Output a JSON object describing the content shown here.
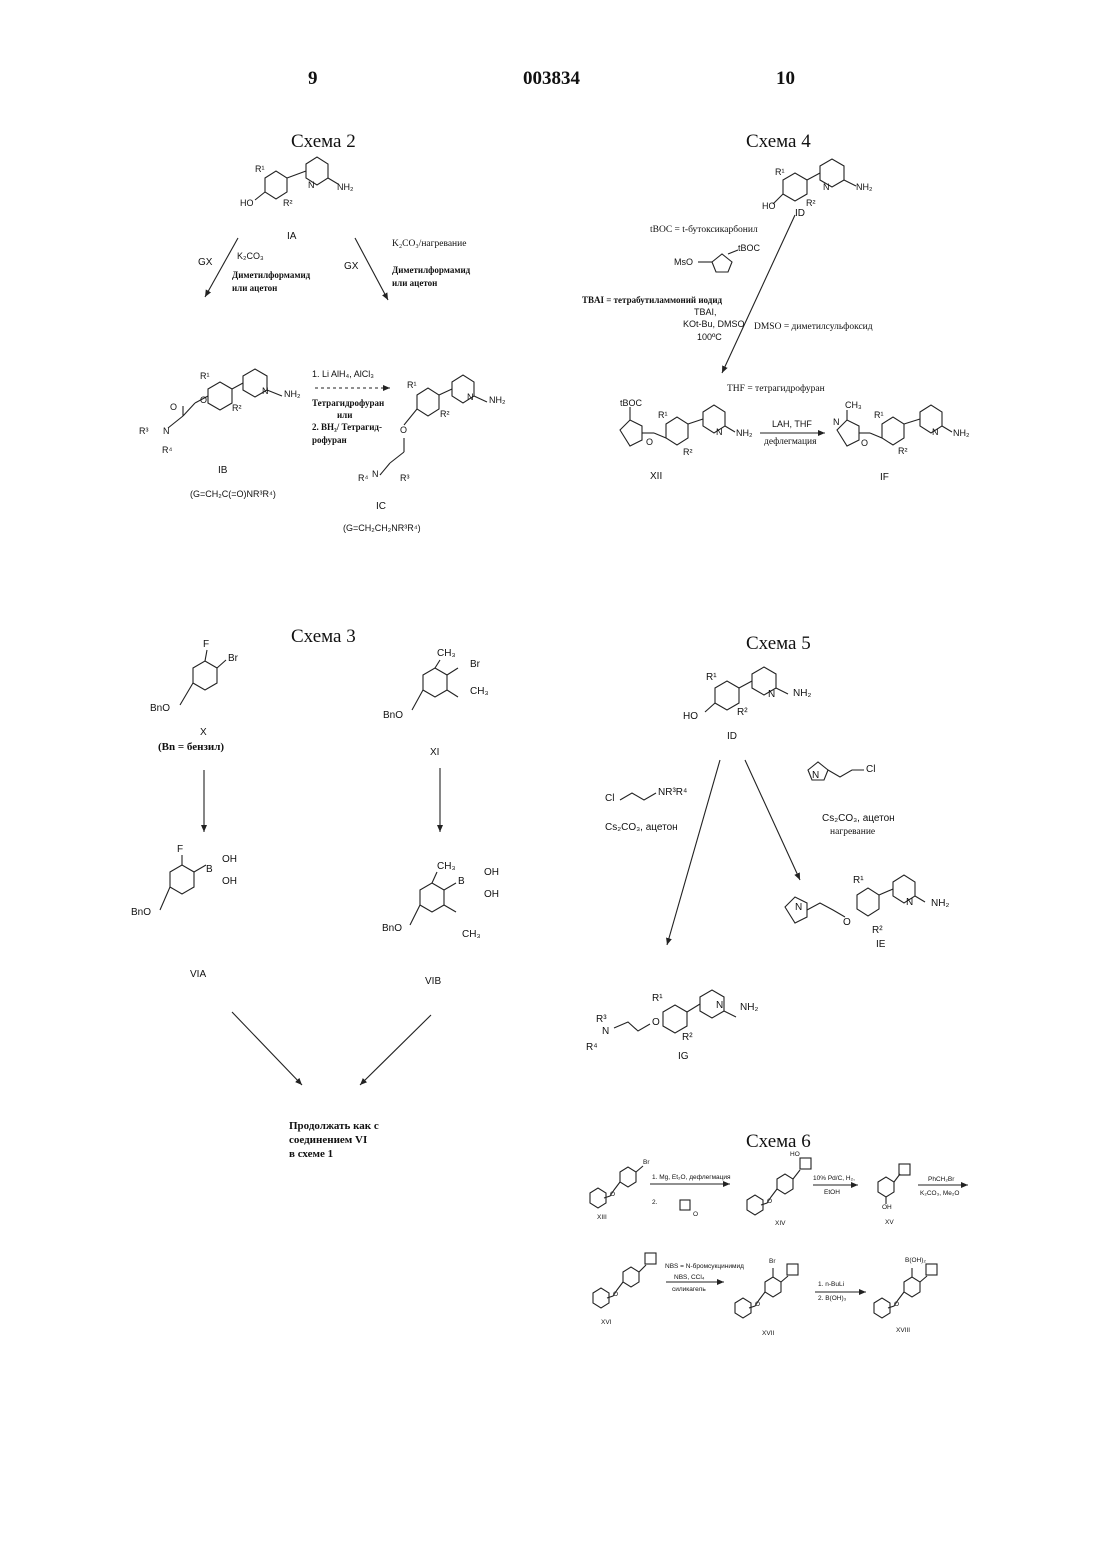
{
  "header": {
    "page_left": "9",
    "patent_no": "003834",
    "page_right": "10"
  },
  "scheme2": {
    "title": "Схема 2",
    "ia": {
      "r1": "R¹",
      "r2": "R²",
      "ho": "HO",
      "nh2": "NH₂",
      "n": "N",
      "code": "IA"
    },
    "left_arrow": {
      "gx": "GX",
      "reagent": "K₂CO₃",
      "solvent1": "Диметилформамид",
      "solvent2": "или ацетон"
    },
    "right_arrow": {
      "gx": "GX",
      "reagent": "K₂CO₃/нагревание",
      "solvent1": "Диметилформамид",
      "solvent2": "или ацетон"
    },
    "ib": {
      "r1": "R¹",
      "r2": "R²",
      "r3": "R³",
      "r4": "R⁴",
      "n": "N",
      "nh2": "NH₂",
      "o": "O",
      "code": "IB",
      "g": "(G=CH₂C(=O)NR³R⁴)"
    },
    "mid_arrow": {
      "step1": "1. Li AlH₄, AlCl₃",
      "solv1": "Тетрагидрофуран",
      "or": "или",
      "step2": "2. BH₃/ Тетрагид-",
      "step2b": "рофуран"
    },
    "ic": {
      "r1": "R¹",
      "r2": "R²",
      "r3": "R³",
      "r4": "R⁴",
      "n": "N",
      "nh2": "NH₂",
      "o": "O",
      "code": "IC",
      "g": "(G=CH₂CH₂NR³R⁴)"
    }
  },
  "scheme3": {
    "title": "Схема 3",
    "x": {
      "f": "F",
      "br": "Br",
      "bno": "BnO",
      "code": "X",
      "note": "(Bn = бензил)"
    },
    "xi": {
      "ch3a": "CH₃",
      "ch3b": "CH₃",
      "br": "Br",
      "bno": "BnO",
      "code": "XI"
    },
    "via": {
      "f": "F",
      "b": "B",
      "oh1": "OH",
      "oh2": "OH",
      "bno": "BnO",
      "code": "VIA"
    },
    "vib": {
      "ch3a": "CH₃",
      "ch3b": "CH₃",
      "b": "B",
      "oh1": "OH",
      "oh2": "OH",
      "bno": "BnO",
      "code": "VIB"
    },
    "continue": [
      "Продолжать как с",
      "соединением  VI",
      "в схеме 1"
    ]
  },
  "scheme4": {
    "title": "Схема 4",
    "id": {
      "r1": "R¹",
      "r2": "R²",
      "ho": "HO",
      "n": "N",
      "nh2": "NH₂",
      "code": "ID"
    },
    "tboc_def": "tBOC = t-бутоксикарбонил",
    "mso": "MsO",
    "tboc": "tBOC",
    "tbai_def": "TBAI = тетрабутиламмоний иодид",
    "cond1": "TBAI,",
    "cond2": "KOt-Bu, DMSO",
    "cond3": "100ºC",
    "dmso_def": "DMSO = диметилсульфоксид",
    "thf_def": "THF = тетрагидрофуран",
    "xii": {
      "tboc": "tBOC",
      "r1": "R¹",
      "r2": "R²",
      "n1": "N",
      "n2": "N",
      "o": "O",
      "nh2": "NH₂",
      "code": "XII"
    },
    "lah": "LAH, THF",
    "reflux": "дефлегмация",
    "if": {
      "ch3": "CH₃",
      "r1": "R¹",
      "r2": "R²",
      "n1": "N",
      "n2": "N",
      "o": "O",
      "nh2": "NH₂",
      "code": "IF"
    }
  },
  "scheme5": {
    "title": "Схема 5",
    "id": {
      "r1": "R¹",
      "r2": "R²",
      "ho": "HO",
      "n": "N",
      "nh2": "NH₂",
      "code": "ID"
    },
    "left_reagent": {
      "cl": "Cl",
      "nr": "NR³R⁴",
      "cond": "Cs₂CO₃,  ацетон"
    },
    "right_reagent": {
      "n": "N",
      "cl": "Cl",
      "cond1": "Cs₂CO₃,  ацетон",
      "cond2": "нагревание"
    },
    "ie": {
      "r1": "R¹",
      "r2": "R²",
      "n1": "N",
      "n2": "N",
      "o": "O",
      "nh2": "NH₂",
      "code": "IE"
    },
    "ig": {
      "r1": "R¹",
      "r2": "R²",
      "r3": "R³",
      "r4": "R⁴",
      "n1": "N",
      "n2": "N",
      "o": "O",
      "nh2": "NH₂",
      "code": "IG"
    }
  },
  "scheme6": {
    "title": "Схема 6",
    "xiii": {
      "br": "Br",
      "o": "O",
      "code": "XIII"
    },
    "step1": "1.  Mg, Et₂O,  дефлегмация",
    "step2": "2.",
    "ketone_o": "O",
    "xiv": {
      "ho": "HO",
      "o": "O",
      "code": "XIV"
    },
    "hydro1": "10% Pd/C, H₂,",
    "hydro2": "EtOH",
    "xv": {
      "oh": "OH",
      "code": "XV"
    },
    "benz1": "PhCH₂Br",
    "benz2": "K₂CO₃, Me₂O",
    "xvi": {
      "o": "O",
      "code": "XVI"
    },
    "nbs_def": "NBS = N-бромсукцинимид",
    "nbs2": "NBS, CCl₄",
    "nbs3": "силикагель",
    "xvii": {
      "br": "Br",
      "o": "O",
      "code": "XVII"
    },
    "bor1": "1.  n-BuLi",
    "bor2": "2.  B(OH)₃",
    "xviii": {
      "b": "B(OH)₂",
      "o": "O",
      "code": "XVIII"
    }
  }
}
